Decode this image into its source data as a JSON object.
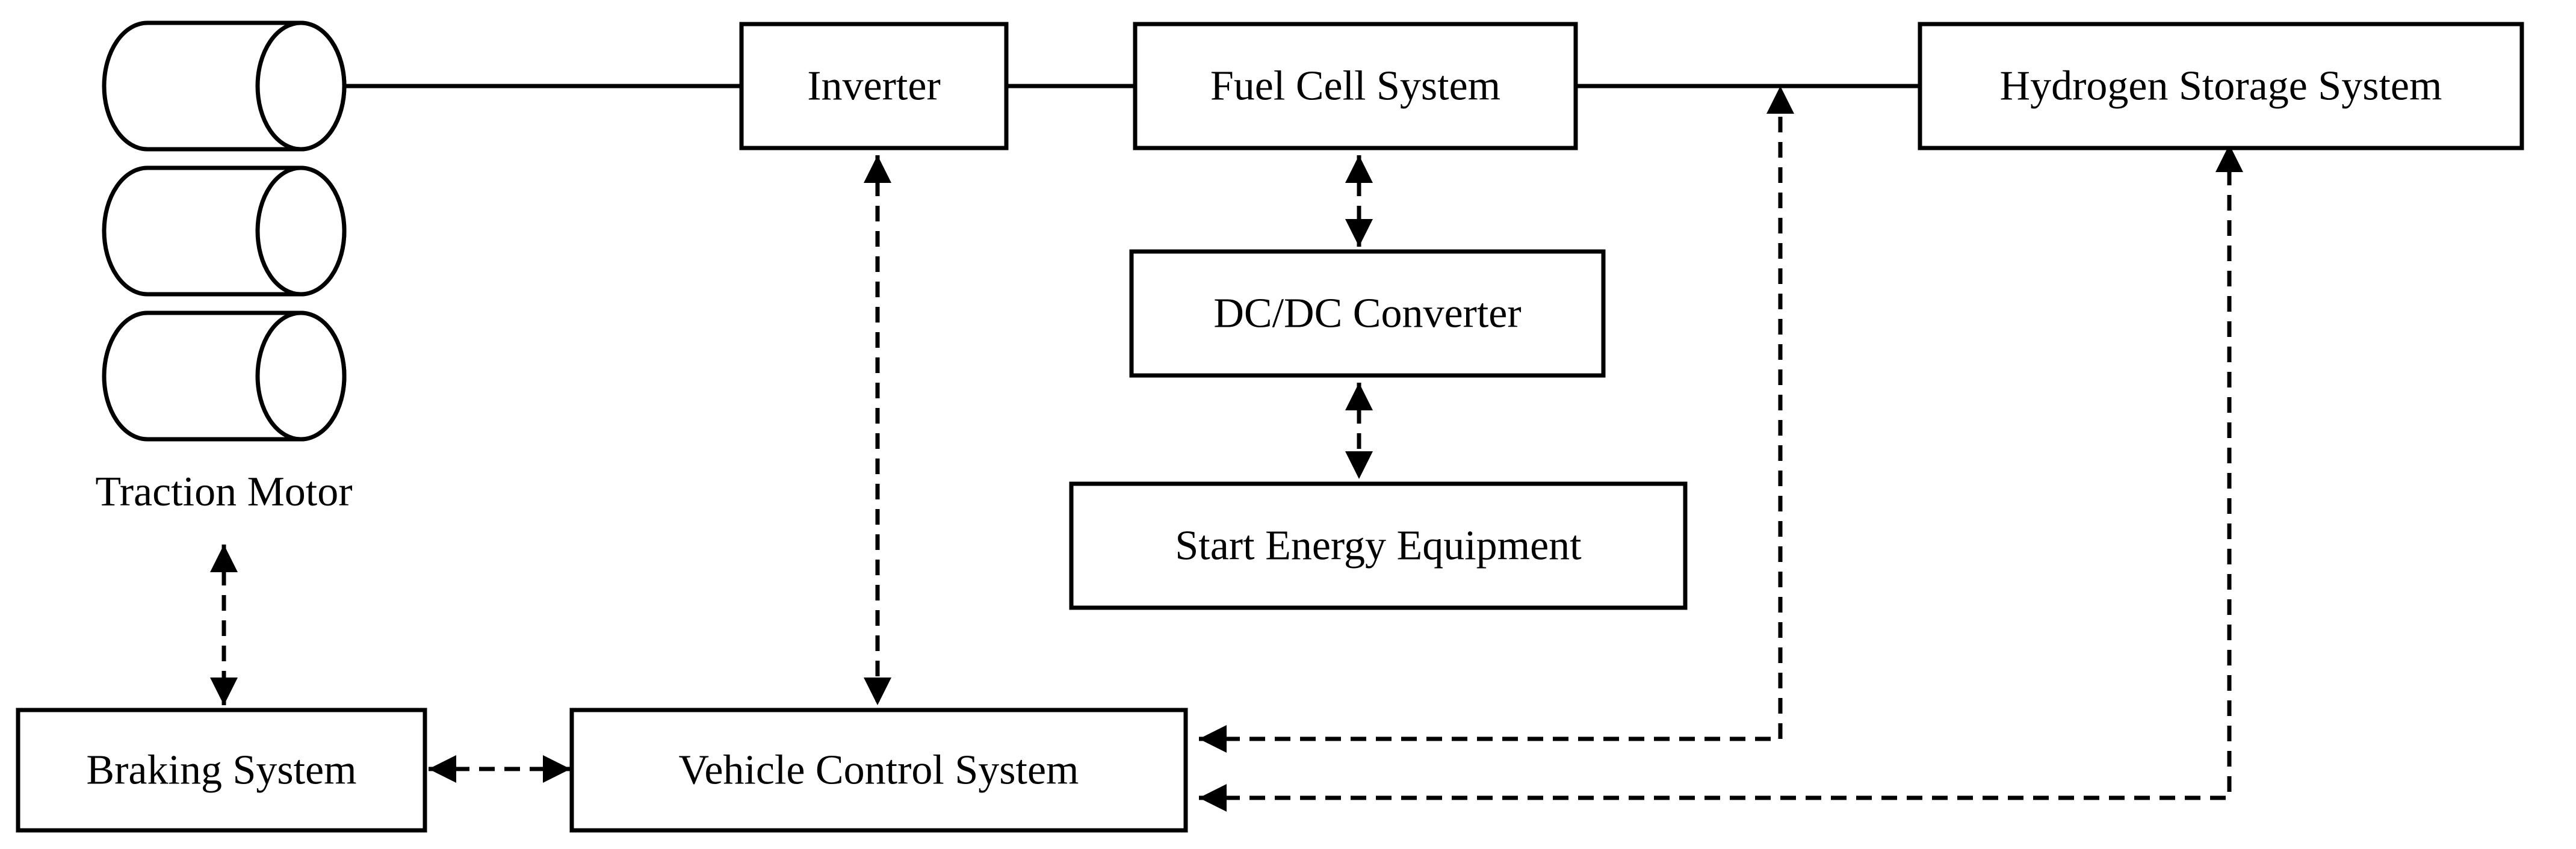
{
  "components": {
    "traction_motor": "Traction Motor",
    "inverter": "Inverter",
    "fuel_cell_system": "Fuel Cell System",
    "hydrogen_storage_system": "Hydrogen Storage System",
    "dc_dc_converter": "DC/DC Converter",
    "start_energy_equipment": "Start Energy Equipment",
    "braking_system": "Braking System",
    "vehicle_control_system": "Vehicle Control System"
  },
  "colors": {
    "line": "#000000",
    "background": "#ffffff"
  }
}
